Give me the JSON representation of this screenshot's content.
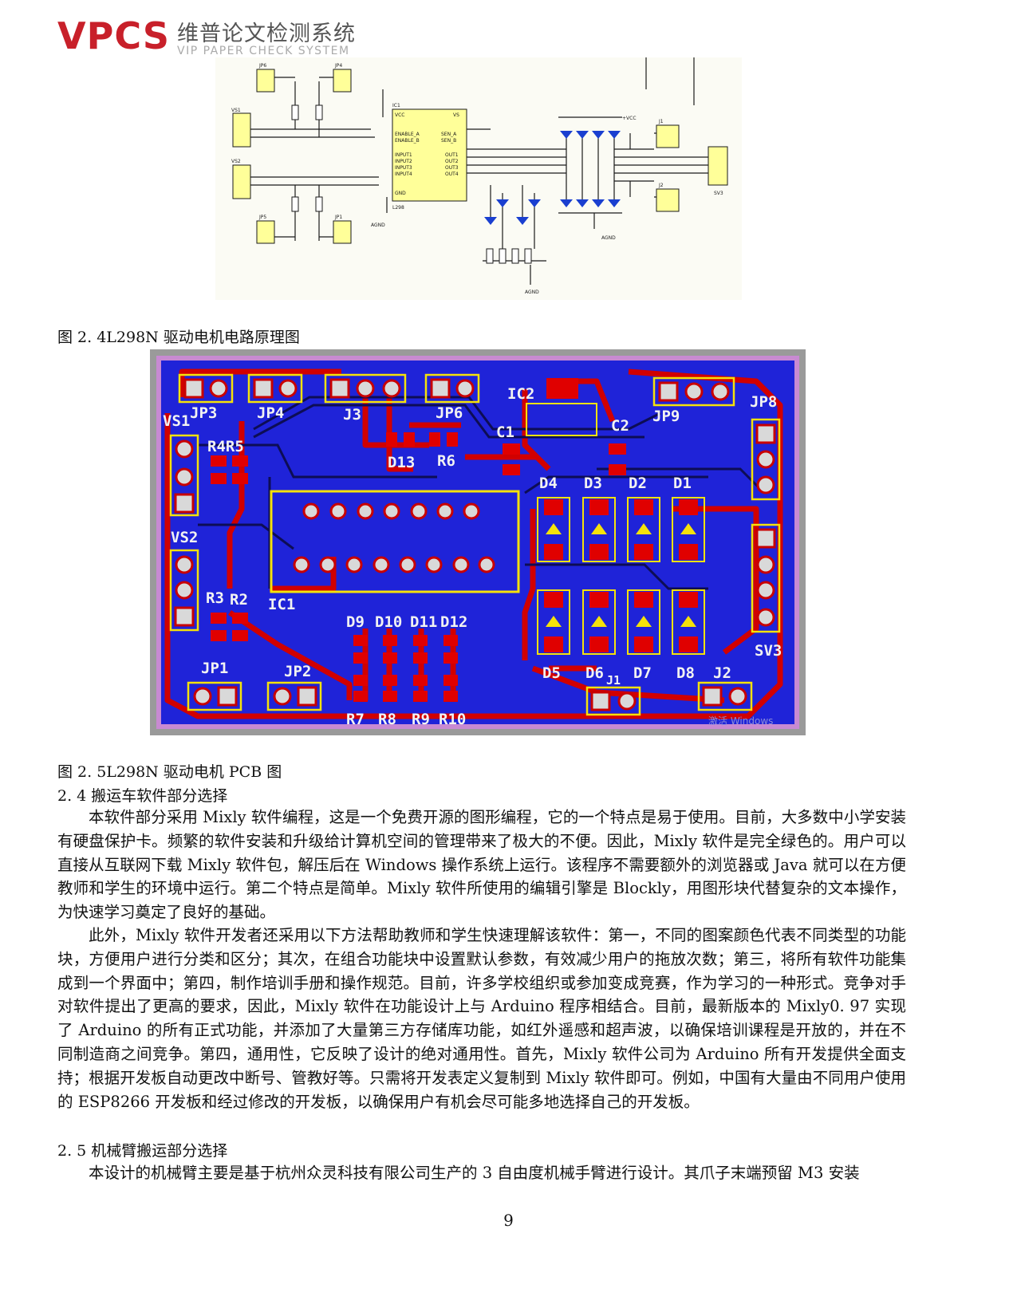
{
  "header": {
    "logo_text": "VPCS",
    "title_cn": "维普论文检测系统",
    "title_en": "VIP PAPER CHECK SYSTEM"
  },
  "figure1": {
    "caption": "图 2. 4L298N 驱动电机电路原理图",
    "labels": {
      "jp6": "JP6",
      "jp4": "JP4",
      "vs1": "VS1",
      "vs2": "VS2",
      "jp5": "JP5",
      "jp1": "JP1",
      "ic1": "IC1",
      "vcc": "VCC",
      "enable_a": "ENABLE_A",
      "enable_b": "ENABLE_B",
      "input1": "INPUT1",
      "input2": "INPUT2",
      "input3": "INPUT3",
      "input4": "INPUT4",
      "gnd": "GND",
      "sen_a": "SEN_A",
      "sen_b": "SEN_B",
      "vs": "VS",
      "out1": "OUT1",
      "out2": "OUT2",
      "out3": "OUT3",
      "out4": "OUT4",
      "vcc_label": "+VCC",
      "agnd": "AGND",
      "sv3": "SV3",
      "l298": "L298",
      "j1": "J1",
      "j2": "J2"
    }
  },
  "figure2": {
    "caption": "图 2. 5L298N 驱动电机 PCB 图",
    "labels": {
      "ic2": "IC2",
      "jp3": "JP3",
      "jp4": "JP4",
      "j3": "J3",
      "jp6": "JP6",
      "jp9": "JP9",
      "jp8": "JP8",
      "vs1": "VS1",
      "r4r5": "R4R5",
      "d13": "D13",
      "r6": "R6",
      "c1": "C1",
      "c2": "C2",
      "d4": "D4",
      "d3": "D3",
      "d2": "D2",
      "d1": "D1",
      "vs2": "VS2",
      "r3": "R3",
      "r2": "R2",
      "ic1": "IC1",
      "d9": "D9",
      "d10": "D10",
      "d11": "D11",
      "d12": "D12",
      "sv3": "SV3",
      "jp1": "JP1",
      "jp2": "JP2",
      "d5": "D5",
      "d6": "D6",
      "j1": "J1",
      "d7": "D7",
      "d8": "D8",
      "j2": "J2",
      "r7": "R7",
      "r8": "R8",
      "r9": "R9",
      "r10": "R10",
      "watermark": "激活 Windows"
    }
  },
  "section_24": "2. 4 搬运车软件部分选择",
  "para1": "本软件部分采用 Mixly 软件编程，这是一个免费开源的图形编程，它的一个特点是易于使用。目前，大多数中小学安装有硬盘保护卡。频繁的软件安装和升级给计算机空间的管理带来了极大的不便。因此，Mixly 软件是完全绿色的。用户可以直接从互联网下载 Mixly 软件包，解压后在 Windows 操作系统上运行。该程序不需要额外的浏览器或 Java 就可以在方便教师和学生的环境中运行。第二个特点是简单。Mixly 软件所使用的编辑引擎是 Blockly，用图形块代替复杂的文本操作，为快速学习奠定了良好的基础。",
  "para2": "此外，Mixly 软件开发者还采用以下方法帮助教师和学生快速理解该软件：第一，不同的图案颜色代表不同类型的功能块，方便用户进行分类和区分；其次，在组合功能块中设置默认参数，有效减少用户的拖放次数；第三，将所有软件功能集成到一个界面中；第四，制作培训手册和操作规范。目前，许多学校组织或参加变成竞赛，作为学习的一种形式。竞争对手对软件提出了更高的要求，因此，Mixly 软件在功能设计上与 Arduino 程序相结合。目前，最新版本的 Mixly0. 97 实现了 Arduino 的所有正式功能，并添加了大量第三方存储库功能，如红外遥感和超声波，以确保培训课程是开放的，并在不同制造商之间竞争。第四，通用性，它反映了设计的绝对通用性。首先，Mixly 软件公司为 Arduino 所有开发提供全面支持；根据开发板自动更改中断号、管教好等。只需将开发表定义复制到 Mixly 软件即可。例如，中国有大量由不同用户使用的 ESP8266 开发板和经过修改的开发板，以确保用户有机会尽可能多地选择自己的开发板。",
  "section_25": "2. 5 机械臂搬运部分选择",
  "para3": "本设计的机械臂主要是基于杭州众灵科技有限公司生产的 3 自由度机械手臂进行设计。其爪子末端预留 M3 安装",
  "page_number": "9"
}
